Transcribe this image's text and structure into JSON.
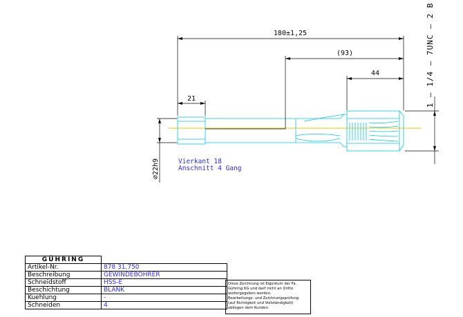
{
  "drawing": {
    "dim_overall": "180±1,25",
    "dim_93": "(93)",
    "dim_44": "44",
    "dim_21": "21",
    "dim_diameter": "⌀22h9",
    "thread_spec": "1 – 1/4 – 7UNC – 2 B",
    "note_line1": "Vierkant 18",
    "note_line2": "Anschnitt 4 Gang"
  },
  "title_block": {
    "logo": "GÜHRING",
    "rows": [
      {
        "label": "Artikel-Nr.",
        "value": "878 31,750"
      },
      {
        "label": "Beschreibung",
        "value": "GEWINDEBOHRER"
      },
      {
        "label": "Schneidstoff",
        "value": "HSS-E"
      },
      {
        "label": "Beschichtung",
        "value": "BLANK"
      },
      {
        "label": "Kuehlung",
        "value": "-"
      },
      {
        "label": "Schneiden",
        "value": "4"
      }
    ]
  },
  "copyright": {
    "lines": [
      "Diese Zeichnung ist Eigentum der Fa.",
      "Gühring KG und darf nicht an Dritte",
      "weitergegeben werden.",
      "Bearbeitungs- und Zeichnungsprüfung",
      "(auf Richtigkeit und Vollständigkeit)",
      "obliegen dem Kunden."
    ]
  },
  "colors": {
    "outline": "#00c8e6",
    "centerline": "#f5c300",
    "dimension": "#000000",
    "note": "#2a2aff"
  }
}
